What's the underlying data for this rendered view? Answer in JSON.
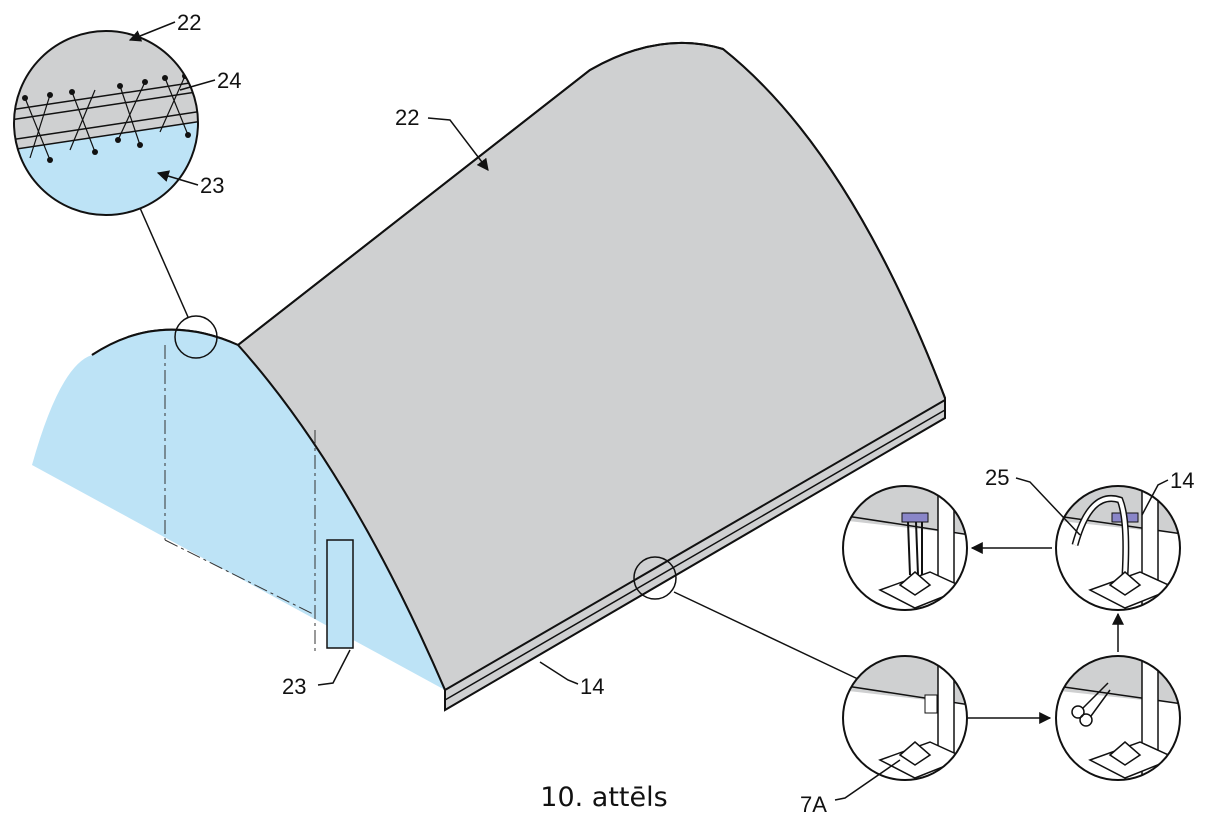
{
  "figure": {
    "caption": "10. attēls",
    "colors": {
      "roof": "#cfd0d1",
      "end_wall": "#bde3f6",
      "outline": "#111111",
      "purple_part": "#8a86c9"
    },
    "labels": {
      "roof_top": "22",
      "roof_main": "22",
      "seam": "24",
      "end_wall_detail": "23",
      "end_wall_main": "23",
      "base_rail": "14",
      "base_rail_detail": "14",
      "strap": "25",
      "anchor": "7A"
    },
    "icons": [
      "scissors-icon",
      "arrow-right-icon",
      "arrow-up-icon",
      "arrow-left-icon"
    ]
  }
}
